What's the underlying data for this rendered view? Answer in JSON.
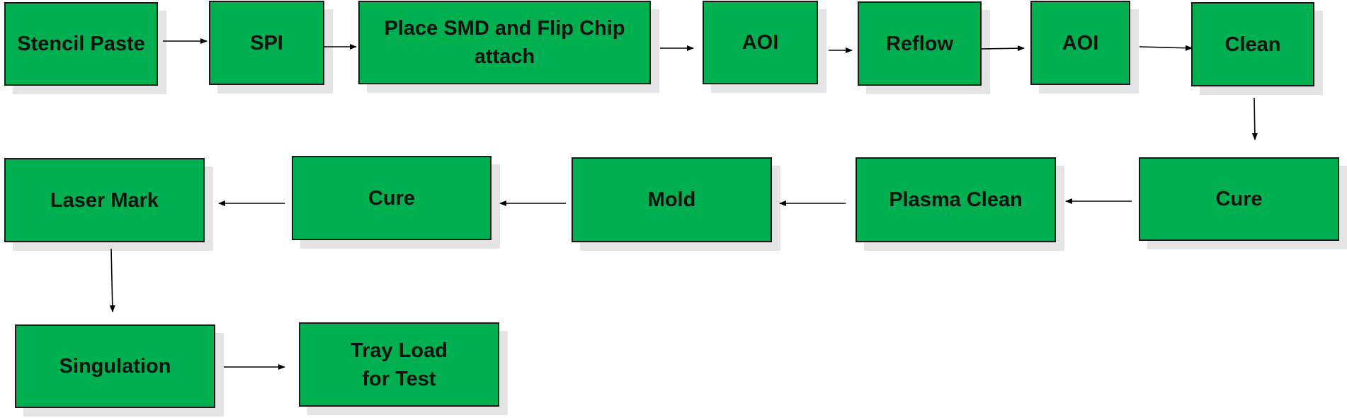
{
  "steps": [
    {
      "id": "stencil_paste",
      "label": "Stencil Paste"
    },
    {
      "id": "spi",
      "label": "SPI"
    },
    {
      "id": "place_smd",
      "label": "Place SMD  and  Flip Chip\nattach"
    },
    {
      "id": "aoi_1",
      "label": "AOI"
    },
    {
      "id": "reflow",
      "label": "Reflow"
    },
    {
      "id": "aoi_2",
      "label": "AOI"
    },
    {
      "id": "clean",
      "label": "Clean"
    },
    {
      "id": "cure_1",
      "label": "Cure"
    },
    {
      "id": "plasma_clean",
      "label": "Plasma Clean"
    },
    {
      "id": "mold",
      "label": "Mold"
    },
    {
      "id": "cure_2",
      "label": "Cure"
    },
    {
      "id": "laser_mark",
      "label": "Laser Mark"
    },
    {
      "id": "singulation",
      "label": "Singulation"
    },
    {
      "id": "tray_load",
      "label": "Tray Load\nfor Test"
    }
  ],
  "flow": [
    [
      "stencil_paste",
      "spi"
    ],
    [
      "spi",
      "place_smd"
    ],
    [
      "place_smd",
      "aoi_1"
    ],
    [
      "aoi_1",
      "reflow"
    ],
    [
      "reflow",
      "aoi_2"
    ],
    [
      "aoi_2",
      "clean"
    ],
    [
      "clean",
      "cure_1"
    ],
    [
      "cure_1",
      "plasma_clean"
    ],
    [
      "plasma_clean",
      "mold"
    ],
    [
      "mold",
      "cure_2"
    ],
    [
      "cure_2",
      "laser_mark"
    ],
    [
      "laser_mark",
      "singulation"
    ],
    [
      "singulation",
      "tray_load"
    ]
  ],
  "colors": {
    "box_fill": "#00b050",
    "box_border": "#1a1a1a",
    "shadow": "#e4e4e4",
    "arrow": "#000000"
  }
}
